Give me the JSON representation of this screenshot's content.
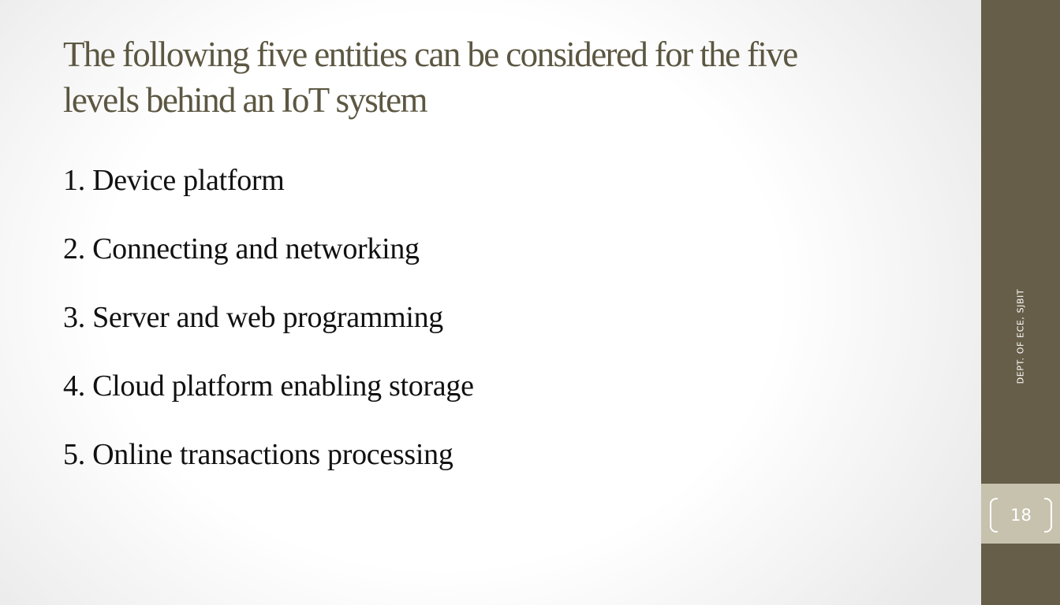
{
  "slide": {
    "title_lines": [
      "The following five entities can be considered for the five",
      "levels behind an IoT system"
    ],
    "items": [
      "1. Device platform",
      "2. Connecting and networking",
      "3. Server and web programming",
      "4. Cloud platform enabling storage",
      "5. Online transactions processing"
    ]
  },
  "sidebar": {
    "footer_text": "DEPT. OF ECE, SJBIT",
    "page_number": "18"
  },
  "colors": {
    "title": "#5c5742",
    "sidebar": "#675e49",
    "page_band": "#c7c2ad",
    "body_text": "#111111"
  }
}
